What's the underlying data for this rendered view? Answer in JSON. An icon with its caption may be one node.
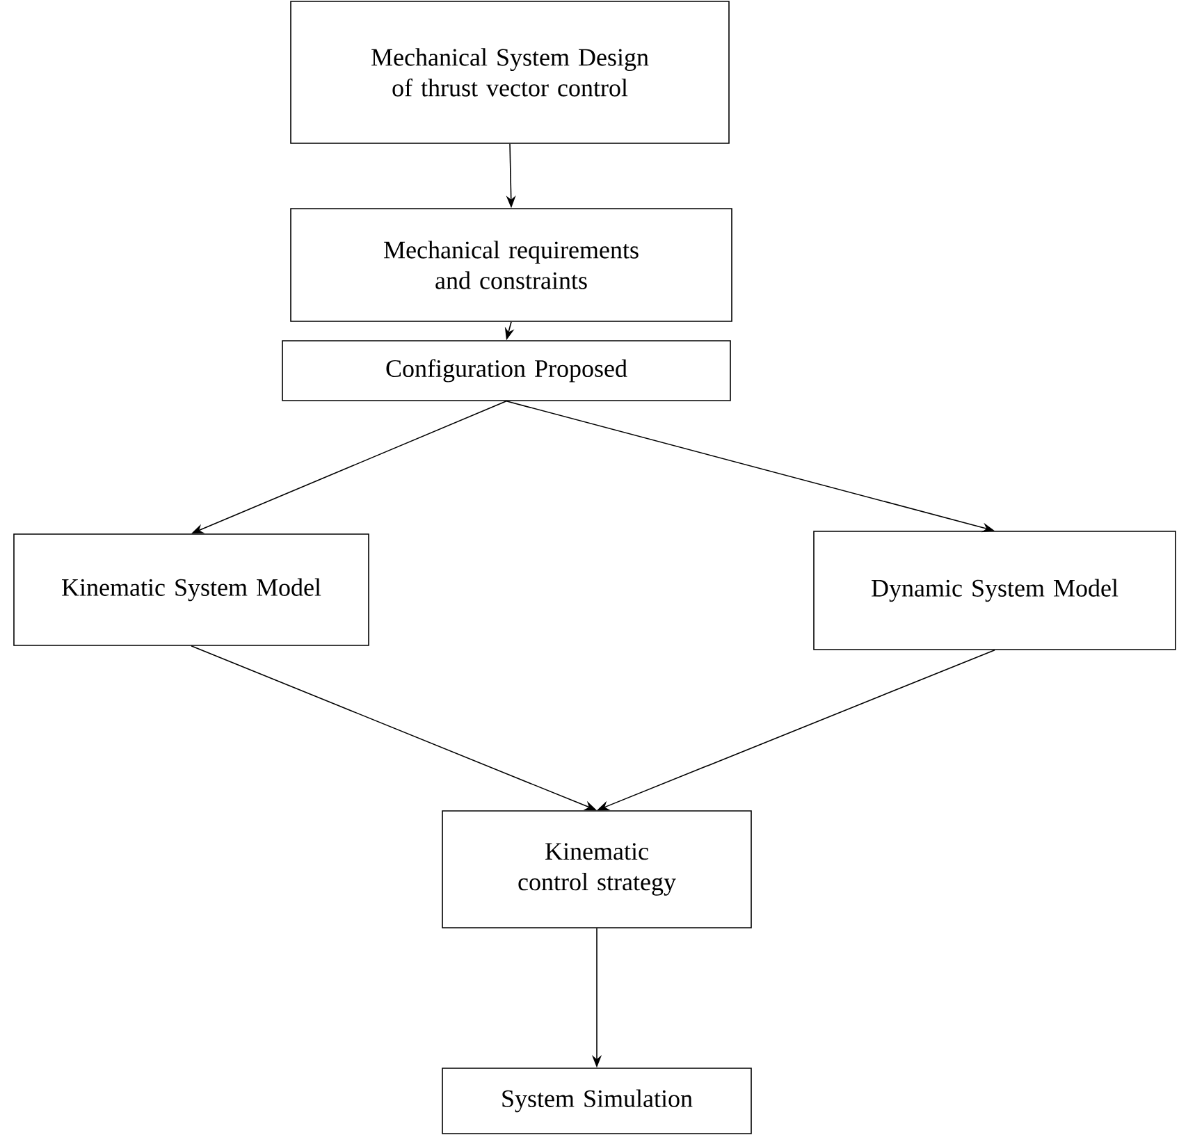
{
  "diagram": {
    "nodes": [
      {
        "text": [
          "Mechanical System Design of thrust vector control"
        ]
      },
      {
        "text": [
          "Mechanical requirements and constraints"
        ]
      },
      {
        "text": [
          "Configuration Proposed"
        ]
      },
      {
        "text": [
          "Kinematic System Model"
        ]
      },
      {
        "text": [
          "Dynamic System Model"
        ]
      },
      {
        "text": [
          "Kinematic control strategy"
        ]
      },
      {
        "text": [
          "System Simulation"
        ]
      }
    ],
    "edges": [
      {
        "from": 0,
        "to": 1,
        "arrow": "to"
      },
      {
        "from": 1,
        "to": 2,
        "arrow": "to"
      },
      {
        "from": 2,
        "to": 3,
        "arrow": "to"
      },
      {
        "from": 2,
        "to": 4,
        "arrow": "to"
      },
      {
        "from": 3,
        "to": 5,
        "arrow": "to"
      },
      {
        "from": 4,
        "to": 5,
        "arrow": "to"
      },
      {
        "from": 5,
        "to": 6,
        "arrow": "to"
      }
    ]
  }
}
